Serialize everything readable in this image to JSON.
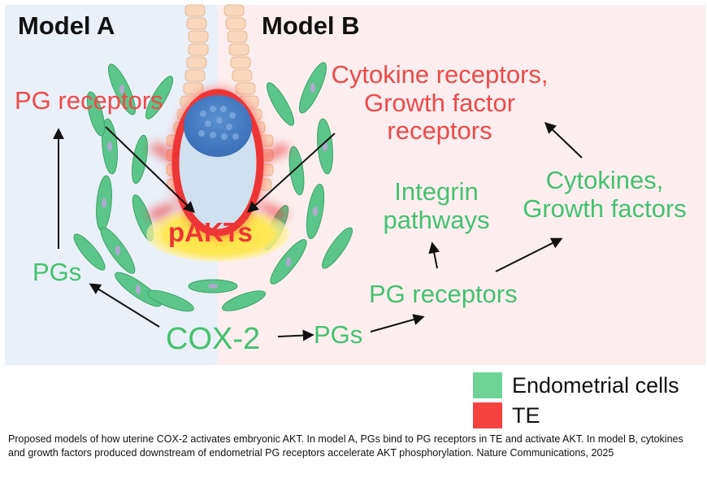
{
  "panels": {
    "model_a": "Model A",
    "model_b": "Model B"
  },
  "labels": {
    "pg_receptors_te": "PG receptors",
    "cytokine_receptors": [
      "Cytokine receptors,",
      "Growth factor",
      "receptors"
    ],
    "pakts": "pAKTs",
    "integrin": [
      "Integrin",
      "pathways"
    ],
    "cytokines": [
      "Cytokines,",
      "Growth factors"
    ],
    "pgs_a": "PGs",
    "pg_receptors_endo": "PG receptors",
    "cox2": "COX-2",
    "pgs_b": "PGs"
  },
  "legend": [
    {
      "label": "Endometrial cells",
      "color": "#6fd395"
    },
    {
      "label": "TE",
      "color": "#f4433f"
    }
  ],
  "caption": "Proposed models of how uterine COX-2 activates embryonic AKT. In model A, PGs bind to PG receptors in TE and activate AKT. In model B, cytokines and growth factors produced downstream of endometrial PG receptors accelerate AKT phosphorylation. Nature Communications, 2025",
  "colors": {
    "green_text": "#43c26f",
    "red_text": "#ee4a4a",
    "panel_a_bg": "#eaf0f8",
    "panel_b_bg": "#fceeee"
  }
}
